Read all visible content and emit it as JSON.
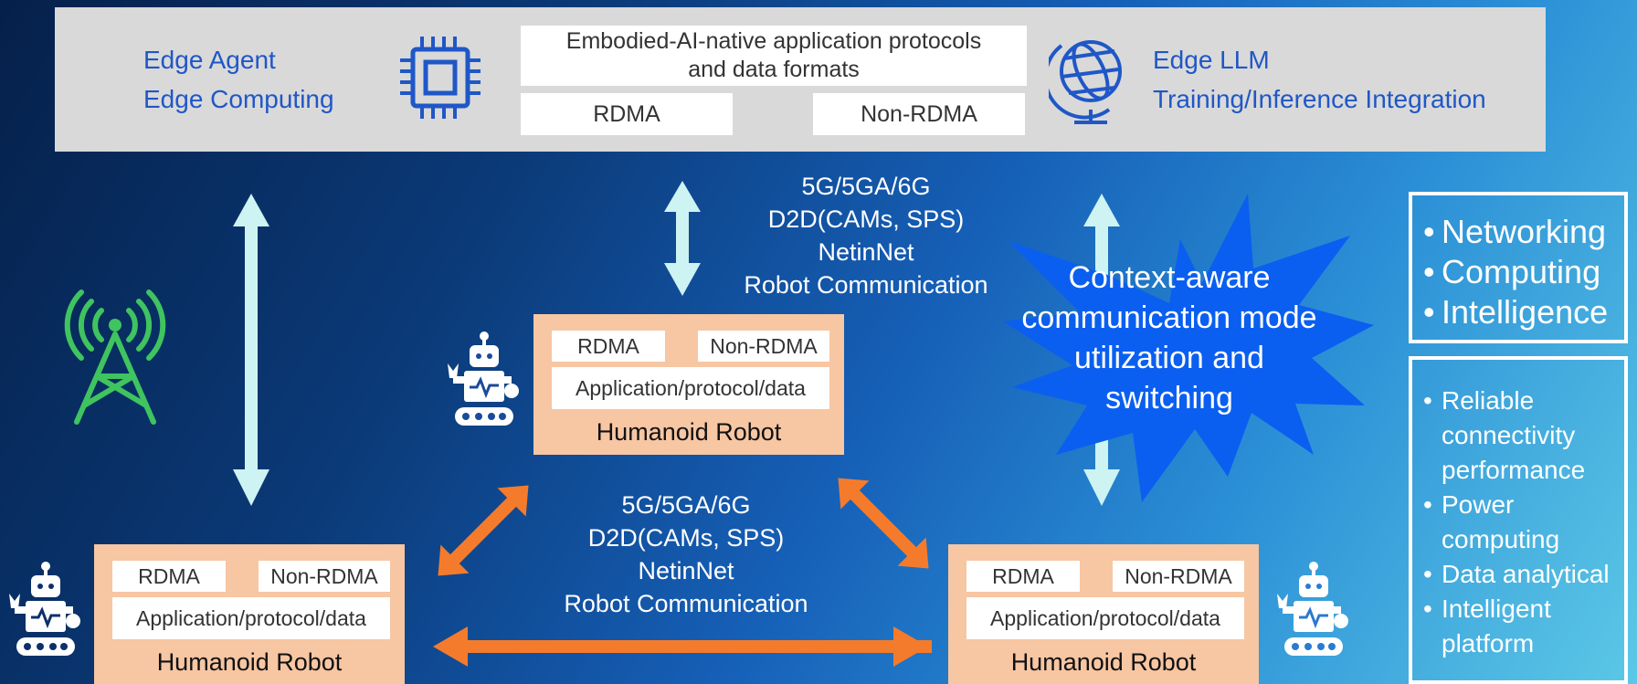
{
  "edge_panel": {
    "left_line1": "Edge Agent",
    "left_line2": "Edge Computing",
    "protocols_line1": "Embodied-AI-native application protocols",
    "protocols_line2": "and data formats",
    "rdma": "RDMA",
    "non_rdma": "Non-RDMA",
    "right_line1": "Edge LLM",
    "right_line2": "Training/Inference Integration"
  },
  "upper_comm": {
    "line1": "5G/5GA/6G",
    "line2": "D2D(CAMs, SPS)",
    "line3": "NetinNet",
    "line4": "Robot Communication"
  },
  "lower_comm": {
    "line1": "5G/5GA/6G",
    "line2": "D2D(CAMs, SPS)",
    "line3": "NetinNet",
    "line4": "Robot Communication"
  },
  "starburst": {
    "line1": "Context-aware",
    "line2": "communication mode",
    "line3": "utilization and",
    "line4": "switching"
  },
  "robots": [
    {
      "rdma": "RDMA",
      "non_rdma": "Non-RDMA",
      "app": "Application/protocol/data",
      "title": "Humanoid Robot"
    },
    {
      "rdma": "RDMA",
      "non_rdma": "Non-RDMA",
      "app": "Application/protocol/data",
      "title": "Humanoid Robot"
    },
    {
      "rdma": "RDMA",
      "non_rdma": "Non-RDMA",
      "app": "Application/protocol/data",
      "title": "Humanoid Robot"
    }
  ],
  "side_top": [
    "Networking",
    "Computing",
    "Intelligence"
  ],
  "side_bottom": [
    "Reliable connectivity performance",
    "Power computing",
    "Data analytical",
    "Intelligent platform"
  ],
  "colors": {
    "panel": "#d9d9d9",
    "edge_text": "#1f57c7",
    "robot_card": "#f7c6a3",
    "arrow_light": "#cdf3f3",
    "arrow_orange": "#f47b2c",
    "tower": "#3fc45f",
    "starburst": "#0a5ff0"
  },
  "icons": [
    "cpu-chip-icon",
    "globe-icon",
    "cell-tower-icon",
    "robot-icon"
  ]
}
